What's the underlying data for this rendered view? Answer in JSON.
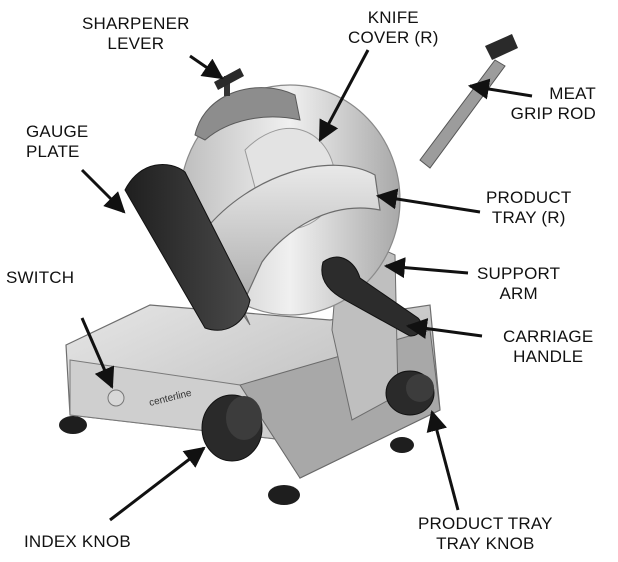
{
  "labels": {
    "sharpener_lever": [
      "SHARPENER",
      "LEVER"
    ],
    "knife_cover": [
      "KNIFE",
      "COVER (R)"
    ],
    "meat_grip_rod": [
      "MEAT",
      "GRIP ROD"
    ],
    "gauge_plate": [
      "GAUGE",
      "PLATE"
    ],
    "product_tray": [
      "PRODUCT",
      "TRAY (R)"
    ],
    "switch": [
      "SWITCH"
    ],
    "support_arm": [
      "SUPPORT",
      "ARM"
    ],
    "carriage_handle": [
      "CARRIAGE",
      "HANDLE"
    ],
    "index_knob": [
      "INDEX KNOB"
    ],
    "product_tray_knob": [
      "PRODUCT TRAY",
      "TRAY KNOB"
    ]
  },
  "brand": "centerline",
  "colors": {
    "text": "#111111",
    "arrow": "#111111",
    "metal_light": "#d9d9d9",
    "metal_mid": "#b3b3b3",
    "metal_dark": "#7a7a7a",
    "rubber": "#2b2b2b"
  }
}
